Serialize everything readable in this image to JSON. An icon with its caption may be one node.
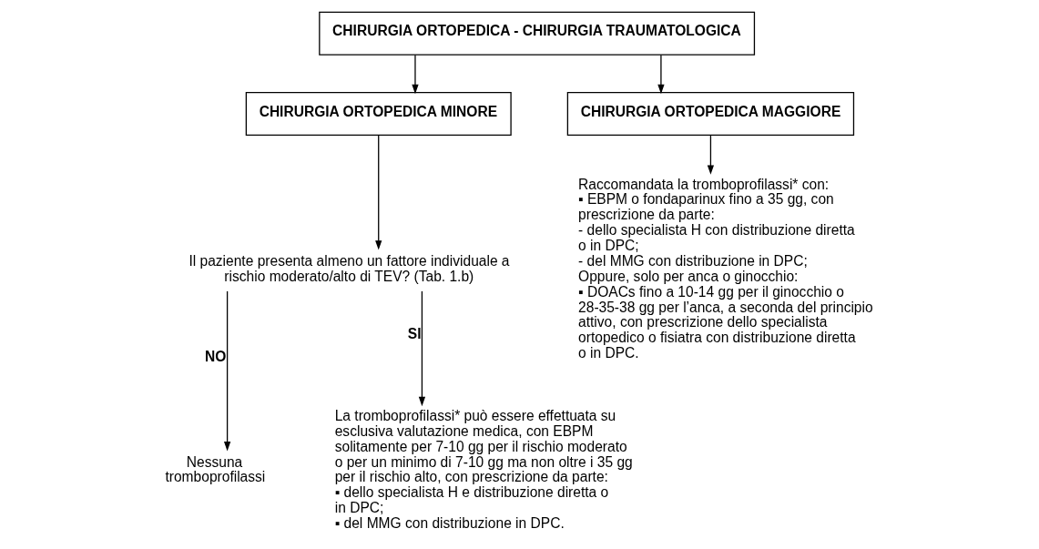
{
  "diagram": {
    "nodes": [
      {
        "text": [
          "CHIRURGIA ORTOPEDICA - CHIRURGIA TRAUMATOLOGICA"
        ]
      },
      {
        "text": [
          "CHIRURGIA ORTOPEDICA MINORE"
        ]
      },
      {
        "text": [
          "CHIRURGIA ORTOPEDICA MAGGIORE"
        ]
      },
      {
        "text": [
          "Il paziente presenta almeno un fattore individuale a rischio moderato/alto di TEV? (Tab. 1.b)"
        ]
      },
      {
        "text": [
          "Nessuna tromboprofilassi"
        ]
      },
      {
        "text": [
          "La tromboprofilassi* può essere effettuata su esclusiva valutazione medica, con EBPM solitamente per 7-10 gg per il rischio moderato o per un minimo di 7-10 gg ma non oltre i 35 gg per il rischio alto, con prescrizione da parte:",
          "▪ dello specialista H e distribuzione diretta o in DPC;",
          "▪ del MMG con distribuzione in DPC."
        ]
      },
      {
        "text": [
          "Raccomandata la tromboprofilassi* con:",
          "▪ EBPM o fondaparinux fino a 35 gg, con prescrizione da parte:",
          "- dello specialista H con distribuzione diretta o in DPC;",
          "- del MMG con distribuzione in DPC;",
          "Oppure, solo per anca o ginocchio:",
          "▪ DOACs fino a 10-14 gg per il ginocchio o 28-35-38 gg per l’anca, a seconda del principio attivo, con prescrizione dello specialista ortopedico o fisiatra con distribuzione diretta o in DPC."
        ]
      }
    ],
    "edges": [
      {
        "from": 0,
        "to": 1,
        "arrow": "to"
      },
      {
        "from": 0,
        "to": 2,
        "arrow": "to"
      },
      {
        "from": 1,
        "to": 3,
        "arrow": "to"
      },
      {
        "from": 3,
        "to": 4,
        "arrow": "to",
        "label": "NO"
      },
      {
        "from": 3,
        "to": 5,
        "arrow": "to",
        "label": "SI"
      },
      {
        "from": 2,
        "to": 6,
        "arrow": "to"
      }
    ]
  }
}
